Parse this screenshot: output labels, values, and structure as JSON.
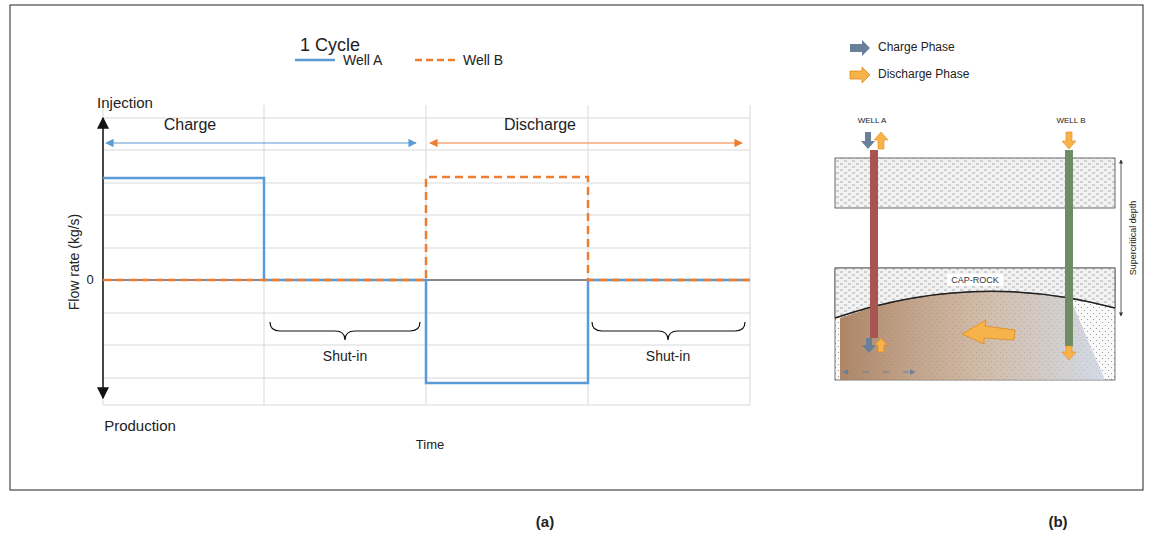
{
  "diagram": {
    "title": "1 Cycle",
    "nodes": [
      {
        "text": [
          "CAP-ROCK"
        ]
      }
    ],
    "labels": [
      "Injection",
      "Charge",
      "Discharge",
      "0",
      "Flow rate (kg/s)",
      "Shut-in",
      "Shut-in",
      "Production",
      "Time",
      "WELL A",
      "WELL B",
      "Supercritical depth",
      "(a)",
      "(b)"
    ],
    "legend": [
      {
        "text": "Well A"
      },
      {
        "text": "Well B"
      },
      {
        "text": "Charge Phase"
      },
      {
        "text": "Discharge Phase"
      }
    ]
  }
}
